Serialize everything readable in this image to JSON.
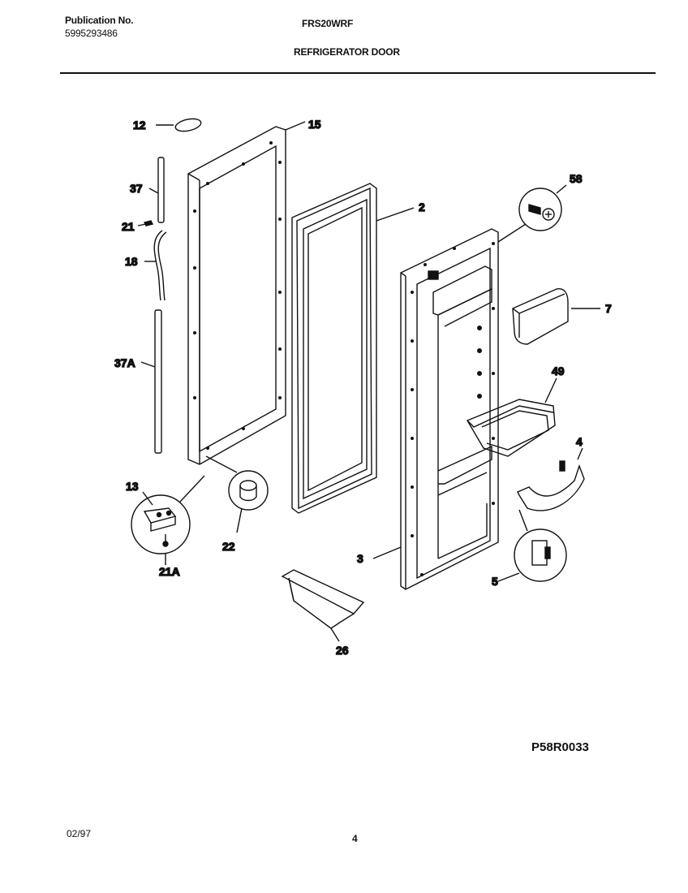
{
  "header": {
    "publication_label": "Publication No.",
    "publication_number": "5995293486",
    "model": "FRS20WRF",
    "section_title": "REFRIGERATOR DOOR"
  },
  "callouts": {
    "c12": "12",
    "c15": "15",
    "c37": "37",
    "c21": "21",
    "c18": "18",
    "c37a": "37A",
    "c2": "2",
    "c58": "58",
    "c7": "7",
    "c49": "49",
    "c4": "4",
    "c13": "13",
    "c22": "22",
    "c21a": "21A",
    "c3": "3",
    "c5": "5",
    "c26": "26"
  },
  "figure_id": "P58R0033",
  "footer": {
    "date": "02/97",
    "page": "4"
  }
}
